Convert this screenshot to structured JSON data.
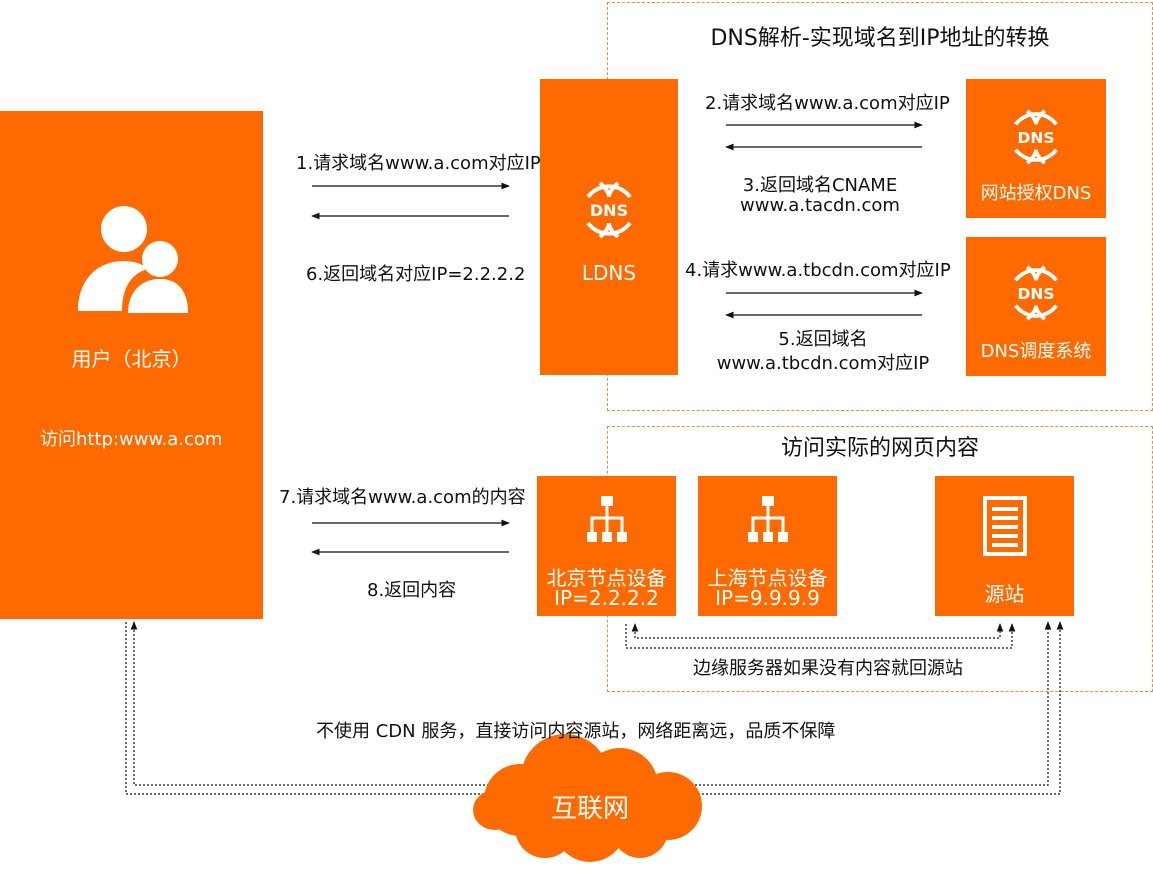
{
  "colors": {
    "accent": "#ff6a00",
    "dashed": "#ff8a33",
    "text": "#111111"
  },
  "sections": {
    "dns_title": "DNS解析-实现域名到IP地址的转换",
    "content_title": "访问实际的网页内容"
  },
  "user": {
    "name": "用户（北京）",
    "visit": "访问http:www.a.com",
    "icon": "users-icon"
  },
  "ldns": {
    "label": "LDNS",
    "icon": "dns-globe-icon"
  },
  "auth_dns": {
    "label": "网站授权DNS",
    "icon": "dns-globe-icon"
  },
  "dns_scheduler": {
    "label": "DNS调度系统",
    "icon": "dns-globe-icon"
  },
  "steps": {
    "s1": "1.请求域名www.a.com对应IP",
    "s2": "2.请求域名www.a.com对应IP",
    "s3_line1": "3.返回域名CNAME",
    "s3_line2": "www.a.tacdn.com",
    "s4": "4.请求www.a.tbcdn.com对应IP",
    "s5_line1": "5.返回域名",
    "s5_line2": "www.a.tbcdn.com对应IP",
    "s6": "6.返回域名对应IP=2.2.2.2",
    "s7": "7.请求域名www.a.com的内容",
    "s8": "8.返回内容"
  },
  "nodes": {
    "beijing": {
      "name": "北京节点设备",
      "ip": "IP=2.2.2.2",
      "icon": "network-tree-icon"
    },
    "shanghai": {
      "name": "上海节点设备",
      "ip": "IP=9.9.9.9",
      "icon": "network-tree-icon"
    },
    "origin": {
      "name": "源站",
      "icon": "document-icon"
    }
  },
  "notes": {
    "back_to_origin": "边缘服务器如果没有内容就回源站",
    "no_cdn": "不使用 CDN 服务，直接访问内容源站，网络距离远，品质不保障"
  },
  "internet": {
    "label": "互联网",
    "icon": "cloud-icon"
  }
}
